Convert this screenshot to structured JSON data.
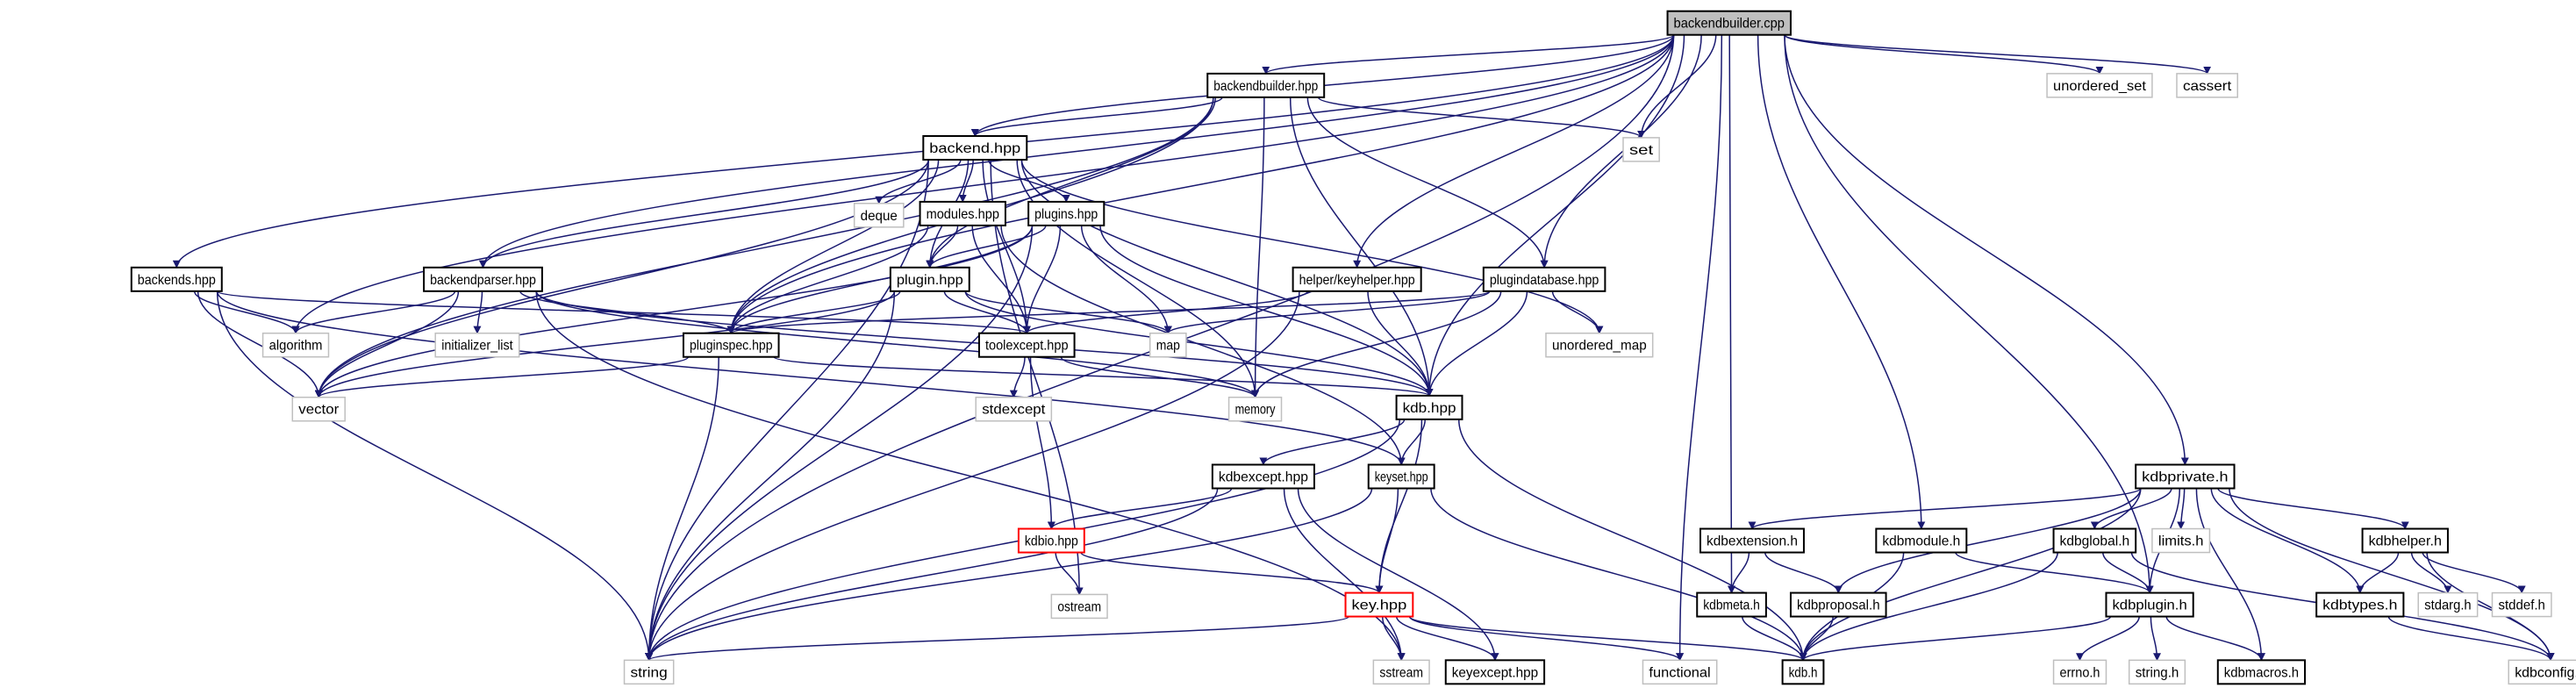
{
  "colors": {
    "edge": "#191970",
    "root_fill": "#bfbfbf",
    "documented_border": "#000000",
    "undocumented_border": "#bfbfbf",
    "incomplete_border": "#ff0000"
  },
  "nodes": [
    {
      "id": "root",
      "label": "backendbuilder.cpp",
      "style": "root"
    },
    {
      "id": "backendbuilder_hpp",
      "label": "backendbuilder.hpp",
      "style": "doc"
    },
    {
      "id": "unordered_set",
      "label": "unordered_set",
      "style": "ext"
    },
    {
      "id": "cassert",
      "label": "cassert",
      "style": "ext"
    },
    {
      "id": "backend_hpp",
      "label": "backend.hpp",
      "style": "doc"
    },
    {
      "id": "set",
      "label": "set",
      "style": "ext"
    },
    {
      "id": "deque",
      "label": "deque",
      "style": "ext"
    },
    {
      "id": "modules_hpp",
      "label": "modules.hpp",
      "style": "doc"
    },
    {
      "id": "plugins_hpp",
      "label": "plugins.hpp",
      "style": "doc"
    },
    {
      "id": "backends_hpp",
      "label": "backends.hpp",
      "style": "doc"
    },
    {
      "id": "backendparser_hpp",
      "label": "backendparser.hpp",
      "style": "doc"
    },
    {
      "id": "plugin_hpp",
      "label": "plugin.hpp",
      "style": "doc"
    },
    {
      "id": "keyhelper_hpp",
      "label": "helper/keyhelper.hpp",
      "style": "doc"
    },
    {
      "id": "plugindatabase_hpp",
      "label": "plugindatabase.hpp",
      "style": "doc"
    },
    {
      "id": "algorithm",
      "label": "algorithm",
      "style": "ext"
    },
    {
      "id": "initializer_list",
      "label": "initializer_list",
      "style": "ext"
    },
    {
      "id": "pluginspec_hpp",
      "label": "pluginspec.hpp",
      "style": "doc"
    },
    {
      "id": "toolexcept_hpp",
      "label": "toolexcept.hpp",
      "style": "doc"
    },
    {
      "id": "map",
      "label": "map",
      "style": "ext"
    },
    {
      "id": "unordered_map",
      "label": "unordered_map",
      "style": "ext"
    },
    {
      "id": "vector",
      "label": "vector",
      "style": "ext"
    },
    {
      "id": "stdexcept",
      "label": "stdexcept",
      "style": "ext"
    },
    {
      "id": "memory",
      "label": "memory",
      "style": "ext"
    },
    {
      "id": "kdb_hpp",
      "label": "kdb.hpp",
      "style": "doc"
    },
    {
      "id": "kdbexcept_hpp",
      "label": "kdbexcept.hpp",
      "style": "doc"
    },
    {
      "id": "keyset_hpp",
      "label": "keyset.hpp",
      "style": "doc"
    },
    {
      "id": "kdbprivate_h",
      "label": "kdbprivate.h",
      "style": "doc"
    },
    {
      "id": "kdbio_hpp",
      "label": "kdbio.hpp",
      "style": "red"
    },
    {
      "id": "kdbextension_h",
      "label": "kdbextension.h",
      "style": "doc"
    },
    {
      "id": "kdbmodule_h",
      "label": "kdbmodule.h",
      "style": "doc"
    },
    {
      "id": "kdbglobal_h",
      "label": "kdbglobal.h",
      "style": "doc"
    },
    {
      "id": "limits_h",
      "label": "limits.h",
      "style": "ext"
    },
    {
      "id": "kdbhelper_h",
      "label": "kdbhelper.h",
      "style": "doc"
    },
    {
      "id": "ostream",
      "label": "ostream",
      "style": "ext"
    },
    {
      "id": "key_hpp",
      "label": "key.hpp",
      "style": "red"
    },
    {
      "id": "kdbmeta_h",
      "label": "kdbmeta.h",
      "style": "doc"
    },
    {
      "id": "kdbproposal_h",
      "label": "kdbproposal.h",
      "style": "doc"
    },
    {
      "id": "kdbplugin_h",
      "label": "kdbplugin.h",
      "style": "doc"
    },
    {
      "id": "kdbtypes_h",
      "label": "kdbtypes.h",
      "style": "doc"
    },
    {
      "id": "stdarg_h",
      "label": "stdarg.h",
      "style": "ext"
    },
    {
      "id": "stddef_h",
      "label": "stddef.h",
      "style": "ext"
    },
    {
      "id": "string",
      "label": "string",
      "style": "ext"
    },
    {
      "id": "sstream",
      "label": "sstream",
      "style": "ext"
    },
    {
      "id": "keyexcept_hpp",
      "label": "keyexcept.hpp",
      "style": "doc"
    },
    {
      "id": "functional",
      "label": "functional",
      "style": "ext"
    },
    {
      "id": "kdb_h",
      "label": "kdb.h",
      "style": "doc"
    },
    {
      "id": "errno_h",
      "label": "errno.h",
      "style": "ext"
    },
    {
      "id": "string_h",
      "label": "string.h",
      "style": "ext"
    },
    {
      "id": "kdbmacros_h",
      "label": "kdbmacros.h",
      "style": "doc"
    },
    {
      "id": "kdbconfig_h",
      "label": "kdbconfig.h",
      "style": "ext"
    }
  ],
  "edges": [
    [
      "root",
      "backendbuilder_hpp"
    ],
    [
      "root",
      "backend_hpp"
    ],
    [
      "root",
      "backends_hpp"
    ],
    [
      "root",
      "backendparser_hpp"
    ],
    [
      "root",
      "algorithm"
    ],
    [
      "root",
      "pluginspec_hpp"
    ],
    [
      "root",
      "keyhelper_hpp"
    ],
    [
      "root",
      "plugindatabase_hpp"
    ],
    [
      "root",
      "set"
    ],
    [
      "root",
      "unordered_set"
    ],
    [
      "root",
      "cassert"
    ],
    [
      "root",
      "kdb_hpp"
    ],
    [
      "root",
      "functional"
    ],
    [
      "root",
      "kdbmeta_h"
    ],
    [
      "root",
      "kdbmodule_h"
    ],
    [
      "root",
      "kdbplugin_h"
    ],
    [
      "root",
      "kdbprivate_h"
    ],
    [
      "root",
      "string"
    ],
    [
      "backendbuilder_hpp",
      "backend_hpp"
    ],
    [
      "backendbuilder_hpp",
      "pluginspec_hpp"
    ],
    [
      "backendbuilder_hpp",
      "plugin_hpp"
    ],
    [
      "backendbuilder_hpp",
      "vector"
    ],
    [
      "backendbuilder_hpp",
      "memory"
    ],
    [
      "backendbuilder_hpp",
      "plugindatabase_hpp"
    ],
    [
      "backendbuilder_hpp",
      "set"
    ],
    [
      "backendbuilder_hpp",
      "kdb_hpp"
    ],
    [
      "backend_hpp",
      "deque"
    ],
    [
      "backend_hpp",
      "modules_hpp"
    ],
    [
      "backend_hpp",
      "plugins_hpp"
    ],
    [
      "backend_hpp",
      "plugin_hpp"
    ],
    [
      "backend_hpp",
      "pluginspec_hpp"
    ],
    [
      "backend_hpp",
      "backendparser_hpp"
    ],
    [
      "backend_hpp",
      "vector"
    ],
    [
      "backend_hpp",
      "string"
    ],
    [
      "backend_hpp",
      "ostream"
    ],
    [
      "backend_hpp",
      "memory"
    ],
    [
      "backend_hpp",
      "toolexcept_hpp"
    ],
    [
      "backend_hpp",
      "kdb_hpp"
    ],
    [
      "backend_hpp",
      "unordered_map"
    ],
    [
      "modules_hpp",
      "plugin_hpp"
    ],
    [
      "modules_hpp",
      "pluginspec_hpp"
    ],
    [
      "modules_hpp",
      "toolexcept_hpp"
    ],
    [
      "modules_hpp",
      "keyset_hpp"
    ],
    [
      "plugins_hpp",
      "plugin_hpp"
    ],
    [
      "plugins_hpp",
      "pluginspec_hpp"
    ],
    [
      "plugins_hpp",
      "toolexcept_hpp"
    ],
    [
      "plugins_hpp",
      "map"
    ],
    [
      "plugins_hpp",
      "string"
    ],
    [
      "plugins_hpp",
      "vector"
    ],
    [
      "plugins_hpp",
      "kdb_hpp"
    ],
    [
      "backends_hpp",
      "algorithm"
    ],
    [
      "backends_hpp",
      "vector"
    ],
    [
      "backends_hpp",
      "string"
    ],
    [
      "backends_hpp",
      "keyset_hpp"
    ],
    [
      "backends_hpp",
      "toolexcept_hpp"
    ],
    [
      "backendparser_hpp",
      "algorithm"
    ],
    [
      "backendparser_hpp",
      "initializer_list"
    ],
    [
      "backendparser_hpp",
      "pluginspec_hpp"
    ],
    [
      "backendparser_hpp",
      "vector"
    ],
    [
      "backendparser_hpp",
      "kdb_hpp"
    ],
    [
      "backendparser_hpp",
      "memory"
    ],
    [
      "backendparser_hpp",
      "sstream"
    ],
    [
      "plugin_hpp",
      "pluginspec_hpp"
    ],
    [
      "plugin_hpp",
      "toolexcept_hpp"
    ],
    [
      "plugin_hpp",
      "map"
    ],
    [
      "plugin_hpp",
      "string"
    ],
    [
      "plugin_hpp",
      "vector"
    ],
    [
      "plugin_hpp",
      "kdb_hpp"
    ],
    [
      "keyhelper_hpp",
      "toolexcept_hpp"
    ],
    [
      "keyhelper_hpp",
      "kdb_hpp"
    ],
    [
      "keyhelper_hpp",
      "string"
    ],
    [
      "plugindatabase_hpp",
      "pluginspec_hpp"
    ],
    [
      "plugindatabase_hpp",
      "map"
    ],
    [
      "plugindatabase_hpp",
      "unordered_map"
    ],
    [
      "plugindatabase_hpp",
      "memory"
    ],
    [
      "plugindatabase_hpp",
      "kdb_hpp"
    ],
    [
      "pluginspec_hpp",
      "vector"
    ],
    [
      "pluginspec_hpp",
      "string"
    ],
    [
      "pluginspec_hpp",
      "kdb_hpp"
    ],
    [
      "toolexcept_hpp",
      "stdexcept"
    ],
    [
      "toolexcept_hpp",
      "memory"
    ],
    [
      "toolexcept_hpp",
      "kdbio_hpp"
    ],
    [
      "kdb_hpp",
      "kdbexcept_hpp"
    ],
    [
      "kdb_hpp",
      "keyset_hpp"
    ],
    [
      "kdb_hpp",
      "key_hpp"
    ],
    [
      "kdb_hpp",
      "string"
    ],
    [
      "kdb_hpp",
      "kdb_h"
    ],
    [
      "kdbexcept_hpp",
      "kdbio_hpp"
    ],
    [
      "kdbexcept_hpp",
      "string"
    ],
    [
      "kdbexcept_hpp",
      "sstream"
    ],
    [
      "kdbexcept_hpp",
      "keyexcept_hpp"
    ],
    [
      "keyset_hpp",
      "key_hpp"
    ],
    [
      "keyset_hpp",
      "kdb_h"
    ],
    [
      "keyset_hpp",
      "string"
    ],
    [
      "kdbio_hpp",
      "ostream"
    ],
    [
      "kdbio_hpp",
      "key_hpp"
    ],
    [
      "key_hpp",
      "string"
    ],
    [
      "key_hpp",
      "sstream"
    ],
    [
      "key_hpp",
      "keyexcept_hpp"
    ],
    [
      "key_hpp",
      "functional"
    ],
    [
      "key_hpp",
      "kdb_h"
    ],
    [
      "kdbprivate_h",
      "kdbextension_h"
    ],
    [
      "kdbprivate_h",
      "kdbproposal_h"
    ],
    [
      "kdbprivate_h",
      "kdbglobal_h"
    ],
    [
      "kdbprivate_h",
      "limits_h"
    ],
    [
      "kdbprivate_h",
      "kdbhelper_h"
    ],
    [
      "kdbprivate_h",
      "kdbplugin_h"
    ],
    [
      "kdbprivate_h",
      "kdbtypes_h"
    ],
    [
      "kdbprivate_h",
      "kdbmacros_h"
    ],
    [
      "kdbprivate_h",
      "kdbconfig_h"
    ],
    [
      "kdbprivate_h",
      "kdb_h"
    ],
    [
      "kdbextension_h",
      "kdbmeta_h"
    ],
    [
      "kdbextension_h",
      "kdbproposal_h"
    ],
    [
      "kdbmodule_h",
      "kdb_h"
    ],
    [
      "kdbmodule_h",
      "kdbplugin_h"
    ],
    [
      "kdbglobal_h",
      "kdbplugin_h"
    ],
    [
      "kdbglobal_h",
      "kdb_h"
    ],
    [
      "kdbglobal_h",
      "kdbconfig_h"
    ],
    [
      "kdbhelper_h",
      "kdbtypes_h"
    ],
    [
      "kdbhelper_h",
      "stdarg_h"
    ],
    [
      "kdbhelper_h",
      "stddef_h"
    ],
    [
      "kdbhelper_h",
      "kdbconfig_h"
    ],
    [
      "kdbplugin_h",
      "kdb_h"
    ],
    [
      "kdbplugin_h",
      "errno_h"
    ],
    [
      "kdbplugin_h",
      "string_h"
    ],
    [
      "kdbplugin_h",
      "kdbmacros_h"
    ],
    [
      "kdbtypes_h",
      "kdbconfig_h"
    ],
    [
      "kdbmeta_h",
      "kdb_h"
    ],
    [
      "kdbproposal_h",
      "kdb_h"
    ]
  ]
}
